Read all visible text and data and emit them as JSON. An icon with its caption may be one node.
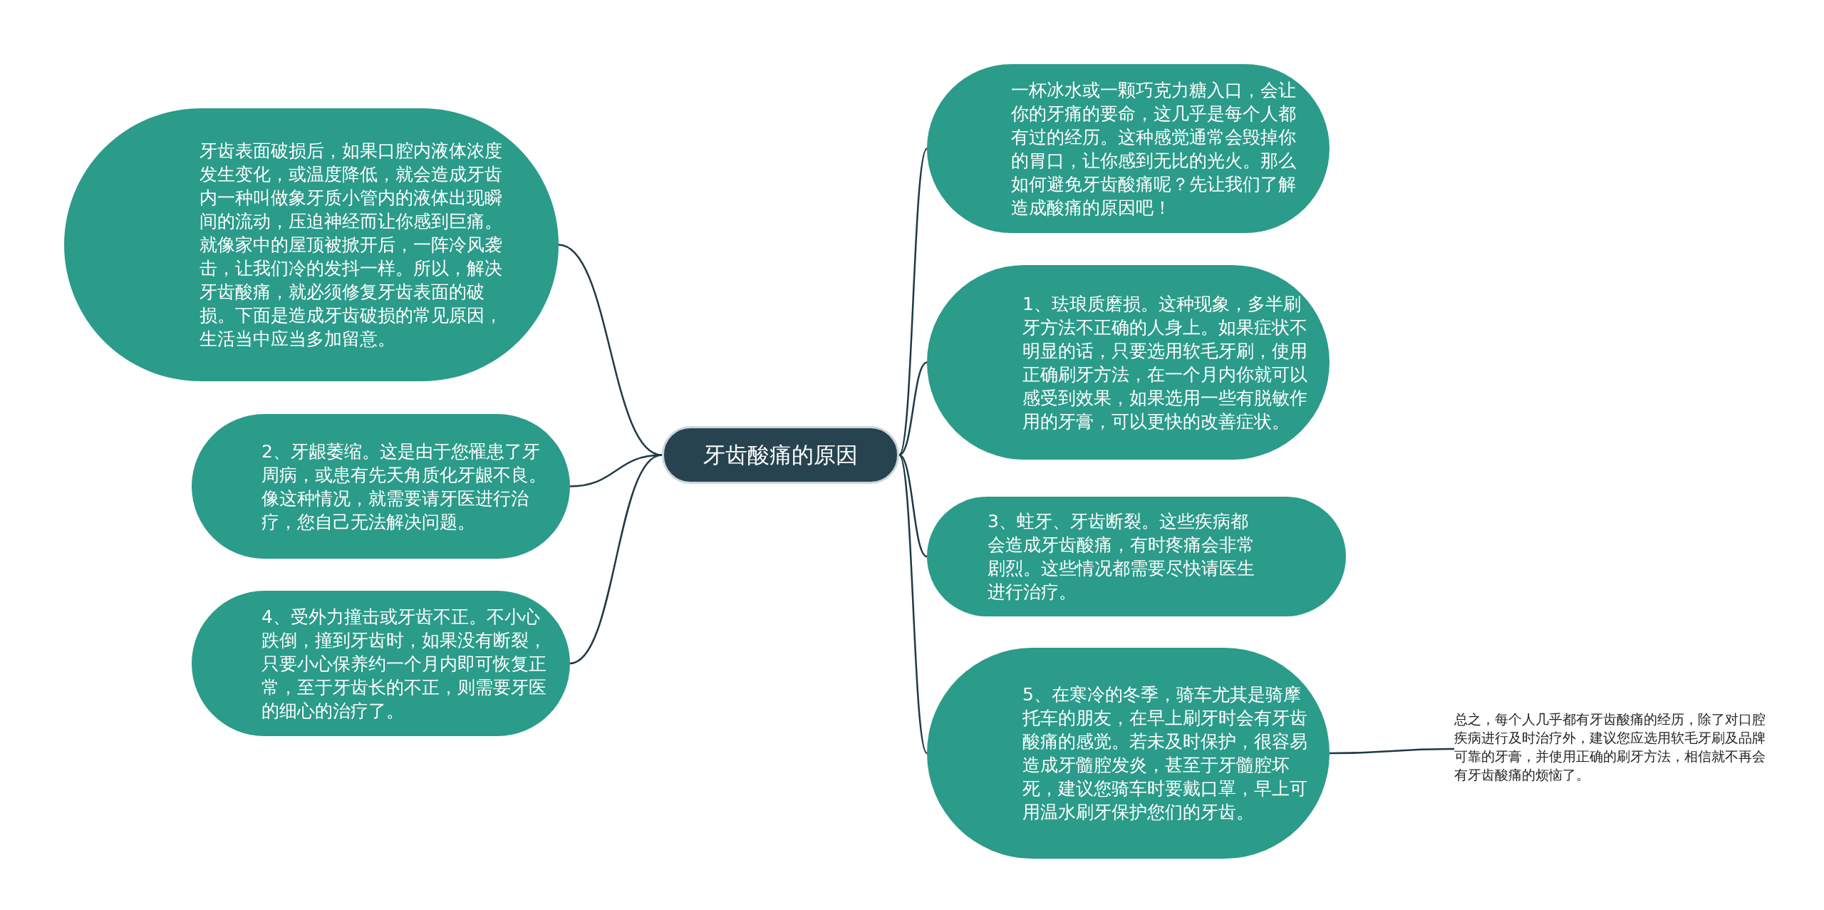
{
  "diagram": {
    "nodes": [
      {
        "text": [
          "牙齿酸痛的原因"
        ]
      },
      {
        "text": [
          "牙齿表面破损后，如果口腔内液体浓度发生变化，或温度降低，就会造成牙齿内一种叫做象牙质小管内的液体出现瞬间的流动，压迫神经而让你感到巨痛。就像家中的屋顶被掀开后，一阵冷风袭击，让我们冷的发抖一样。所以，解决牙齿酸痛，就必须修复牙齿表面的破损。下面是造成牙齿破损的常见原因，生活当中应当多加留意。"
        ]
      },
      {
        "text": [
          "一杯冰水或一颗巧克力糖入口，会让你的牙痛的要命，这几乎是每个人都有过的经历。这种感觉通常会毁掉你的胃口，让你感到无比的光火。那么如何避免牙齿酸痛呢？先让我们了解造成酸痛的原因吧！"
        ]
      },
      {
        "text": [
          "1、珐琅质磨损。这种现象，多半刷牙方法不正确的人身上。如果症状不明显的话，只要选用软毛牙刷，使用正确刷牙方法，在一个月内你就可以感受到效果，如果选用一些有脱敏作用的牙膏，可以更快的改善症状。"
        ]
      },
      {
        "text": [
          "2、牙龈萎缩。这是由于您罹患了牙周病，或患有先天角质化牙龈不良。像这种情况，就需要请牙医进行治疗，您自己无法解决问题。"
        ]
      },
      {
        "text": [
          "3、蛀牙、牙齿断裂。这些疾病都会造成牙齿酸痛，有时疼痛会非常剧烈。这些情况都需要尽快请医生进行治疗。"
        ]
      },
      {
        "text": [
          "4、受外力撞击或牙齿不正。不小心跌倒，撞到牙齿时，如果没有断裂，只要小心保养约一个月内即可恢复正常，至于牙齿长的不正，则需要牙医的细心的治疗了。"
        ]
      },
      {
        "text": [
          "5、在寒冷的冬季，骑车尤其是骑摩托车的朋友，在早上刷牙时会有牙齿酸痛的感觉。若未及时保护，很容易造成牙髓腔发炎，甚至于牙髓腔坏死，建议您骑车时要戴口罩，早上可用温水刷牙保护您们的牙齿。"
        ]
      },
      {
        "text": [
          "总之，每个人几乎都有牙齿酸痛的经历，除了对口腔疾病进行及时治疗外，建议您应选用软毛牙刷及品牌可靠的牙膏，并使用正确的刷牙方法，相信就不再会有牙齿酸痛的烦恼了。"
        ]
      }
    ],
    "edges": [
      {
        "from": 0,
        "to": 1,
        "arrow": "none"
      },
      {
        "from": 0,
        "to": 2,
        "arrow": "none"
      },
      {
        "from": 0,
        "to": 3,
        "arrow": "none"
      },
      {
        "from": 0,
        "to": 4,
        "arrow": "none"
      },
      {
        "from": 0,
        "to": 5,
        "arrow": "none"
      },
      {
        "from": 0,
        "to": 6,
        "arrow": "none"
      },
      {
        "from": 0,
        "to": 7,
        "arrow": "none"
      },
      {
        "from": 7,
        "to": 8,
        "arrow": "none"
      }
    ]
  }
}
